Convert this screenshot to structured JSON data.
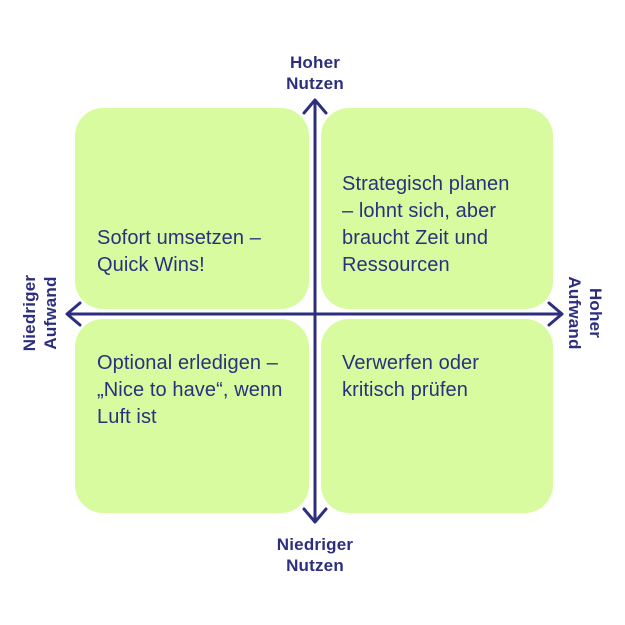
{
  "colors": {
    "background": "#ffffff",
    "quadrant": "#d7fb9e",
    "ink": "#2d2f7e"
  },
  "axis_labels": {
    "top": "Hoher\nNutzen",
    "bottom": "Niedriger\nNutzen",
    "left": "Niedriger\nAufwand",
    "right": "Hoher\nAufwand"
  },
  "quadrants": [
    {
      "position": "top-left",
      "text": "Sofort umsetzen –\nQuick Wins!"
    },
    {
      "position": "top-right",
      "text": "Strategisch planen\n– lohnt sich, aber\nbraucht Zeit und\nRessourcen"
    },
    {
      "position": "bottom-left",
      "text": "Optional erledigen –\n„Nice to have“, wenn\nLuft ist"
    },
    {
      "position": "bottom-right",
      "text": "Verwerfen oder\nkritisch prüfen"
    }
  ]
}
